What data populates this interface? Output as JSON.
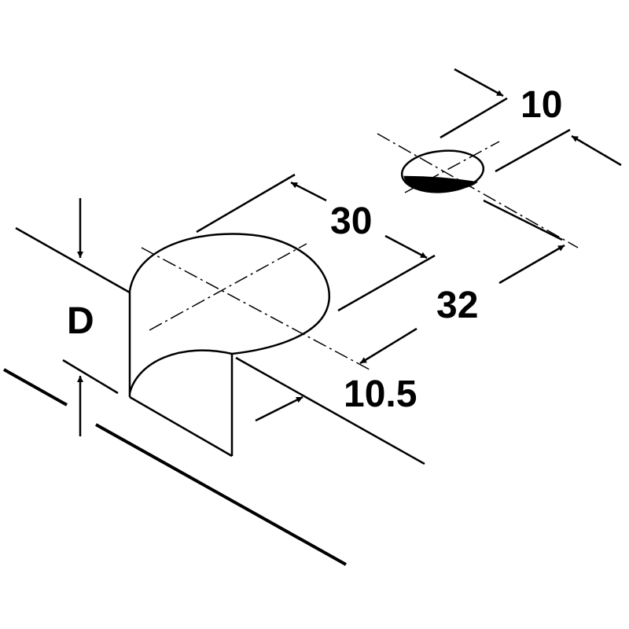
{
  "diagram": {
    "labels": {
      "hole_diameter": "10",
      "bore_diameter": "30",
      "spacing": "32",
      "offset": "10.5",
      "depth": "D"
    }
  }
}
